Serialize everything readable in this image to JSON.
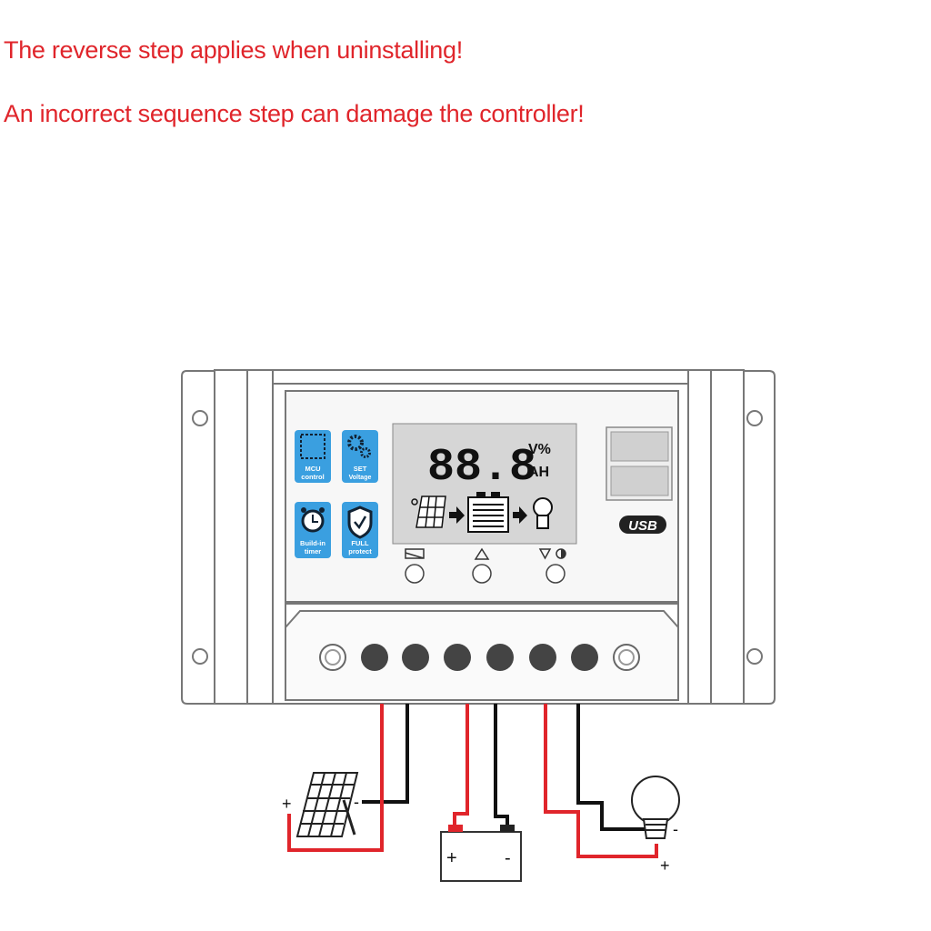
{
  "warnings": {
    "line1": "The reverse step applies when uninstalling!",
    "line2": "An incorrect sequence step can damage the controller!"
  },
  "feature_icons": [
    {
      "label_top": "MCU",
      "label_bottom": "control",
      "icon": "chip-icon"
    },
    {
      "label_top": "SET",
      "label_bottom": "Voltage",
      "icon": "gears-icon"
    },
    {
      "label_top": "Build-in",
      "label_bottom": "timer",
      "icon": "alarm-clock-icon"
    },
    {
      "label_top": "FULL",
      "label_bottom": "protect",
      "icon": "shield-icon"
    }
  ],
  "lcd": {
    "digits": "88.8",
    "unit_top": "V%",
    "unit_bottom": "AH"
  },
  "usb_label": "USB",
  "polarity": {
    "panel_plus": "+",
    "panel_minus": "-",
    "battery_plus": "+",
    "battery_minus": "-",
    "load_minus": "-",
    "load_plus": "+"
  },
  "colors": {
    "warning_text": "#e0252b",
    "positive_wire": "#e0252b",
    "negative_wire": "#111111",
    "icon_blue": "#3a9fe0",
    "lcd_bg": "#d6d6d6"
  }
}
